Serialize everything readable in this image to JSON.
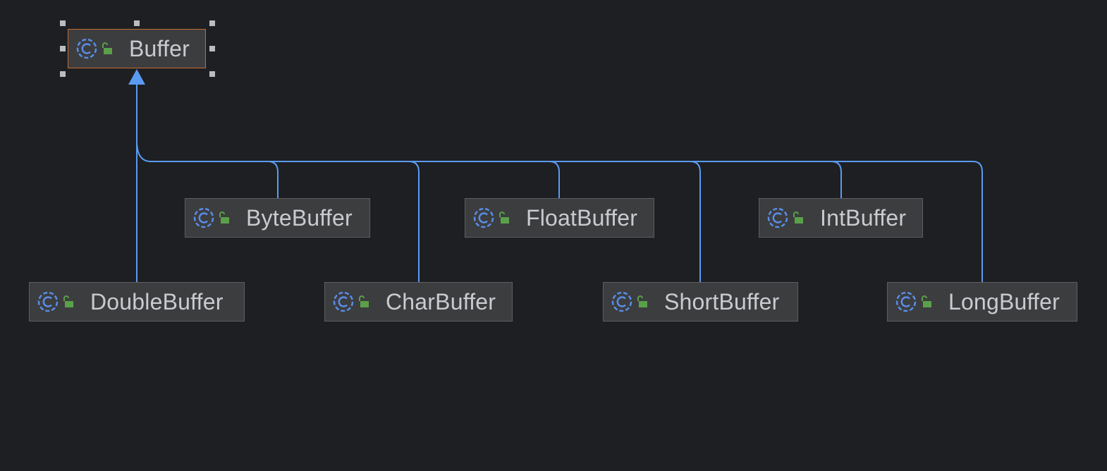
{
  "diagram": {
    "root": {
      "label": "Buffer",
      "icon": "class-icon",
      "access_icon": "unlocked-public-icon",
      "selected": true
    },
    "children": [
      {
        "label": "DoubleBuffer",
        "icon": "class-icon",
        "access_icon": "unlocked-public-icon"
      },
      {
        "label": "ByteBuffer",
        "icon": "class-icon",
        "access_icon": "unlocked-public-icon"
      },
      {
        "label": "CharBuffer",
        "icon": "class-icon",
        "access_icon": "unlocked-public-icon"
      },
      {
        "label": "FloatBuffer",
        "icon": "class-icon",
        "access_icon": "unlocked-public-icon"
      },
      {
        "label": "ShortBuffer",
        "icon": "class-icon",
        "access_icon": "unlocked-public-icon"
      },
      {
        "label": "IntBuffer",
        "icon": "class-icon",
        "access_icon": "unlocked-public-icon"
      },
      {
        "label": "LongBuffer",
        "icon": "class-icon",
        "access_icon": "unlocked-public-icon"
      }
    ],
    "relation": "extends"
  },
  "colors": {
    "background": "#1e1f22",
    "node_fill": "#3c3d3f",
    "node_border": "#5c5e62",
    "selected_border": "#c46d2e",
    "edge": "#5a9bf2",
    "class_icon": "#5a8de8",
    "lock_icon": "#5aa04a",
    "text": "#c9cbcf"
  }
}
